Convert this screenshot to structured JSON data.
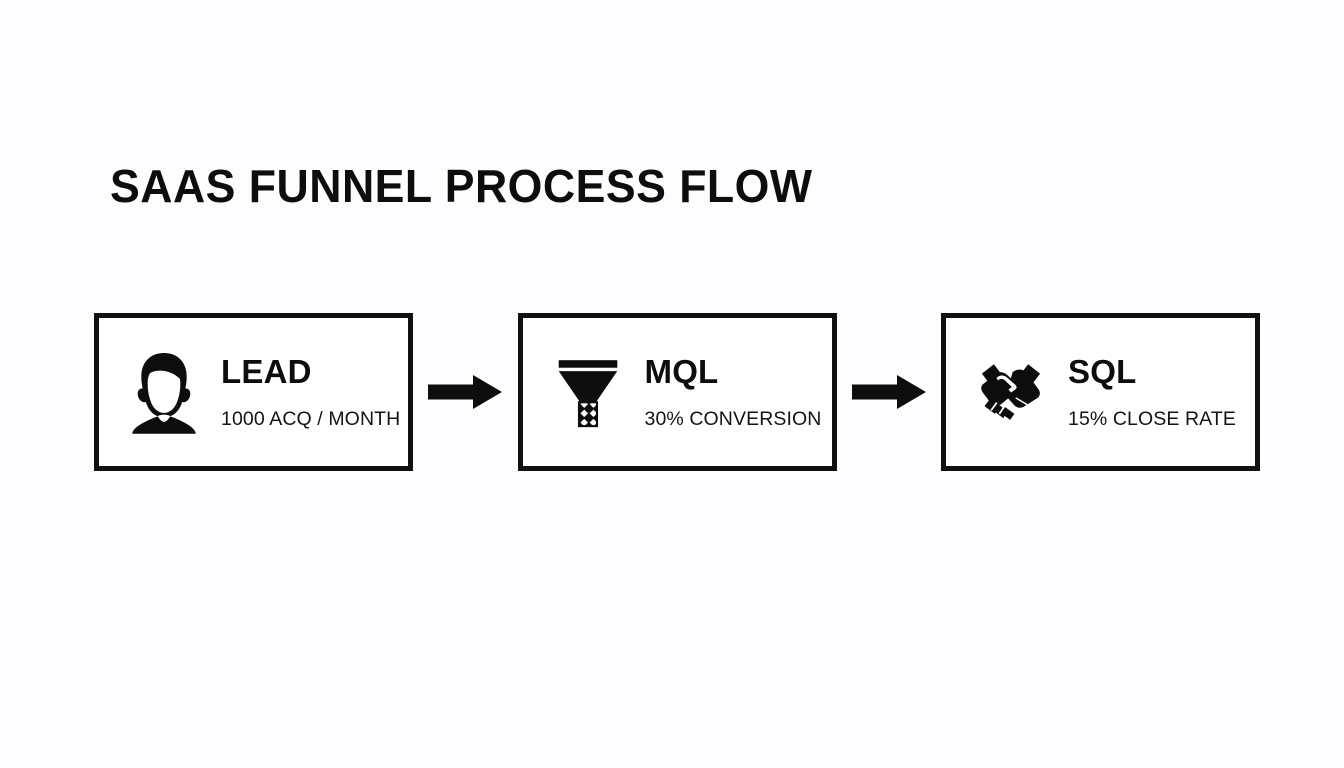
{
  "page": {
    "title": "SAAS FUNNEL PROCESS FLOW",
    "background_color": "#fdfdff",
    "ink_color": "#111111"
  },
  "flow": {
    "stages": [
      {
        "icon": "person-icon",
        "label": "LEAD",
        "metric": "1000 ACQ / MONTH"
      },
      {
        "icon": "funnel-icon",
        "label": "MQL",
        "metric": "30% CONVERSION"
      },
      {
        "icon": "handshake-icon",
        "label": "SQL",
        "metric": "15% CLOSE RATE"
      }
    ],
    "connectors": [
      {
        "icon": "arrow-right-icon"
      },
      {
        "icon": "arrow-right-icon"
      }
    ]
  }
}
